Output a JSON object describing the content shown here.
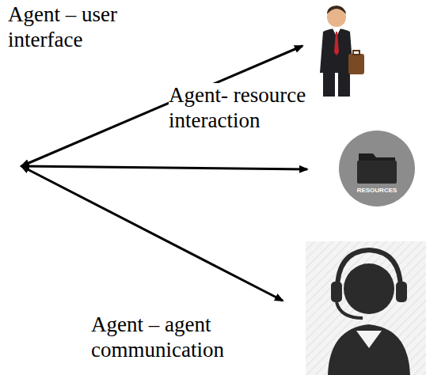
{
  "diagram": {
    "nodes": [
      {
        "text": [
          "RESOURCES"
        ]
      }
    ],
    "labels": [
      "Agent – user interface",
      "Agent- resource interaction",
      "Agent – agent communication"
    ]
  }
}
